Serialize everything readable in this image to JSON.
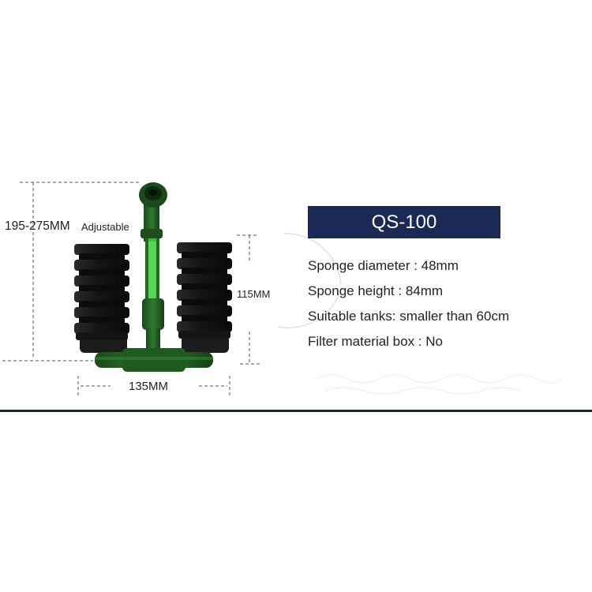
{
  "dimensions": {
    "height_range": "195-275MM",
    "adjustable": "Adjustable",
    "sponge_height": "115MM",
    "width": "135MM"
  },
  "product": {
    "model": "QS-100",
    "specs": [
      "Sponge diameter : 48mm",
      "Sponge height : 84mm",
      "Suitable tanks: smaller than 60cm",
      "Filter material box :  No"
    ]
  },
  "colors": {
    "title_bar": "#1a2a55",
    "sponge": "#141414",
    "tube": "#1f5a1f",
    "divider": "#1e2a33"
  }
}
